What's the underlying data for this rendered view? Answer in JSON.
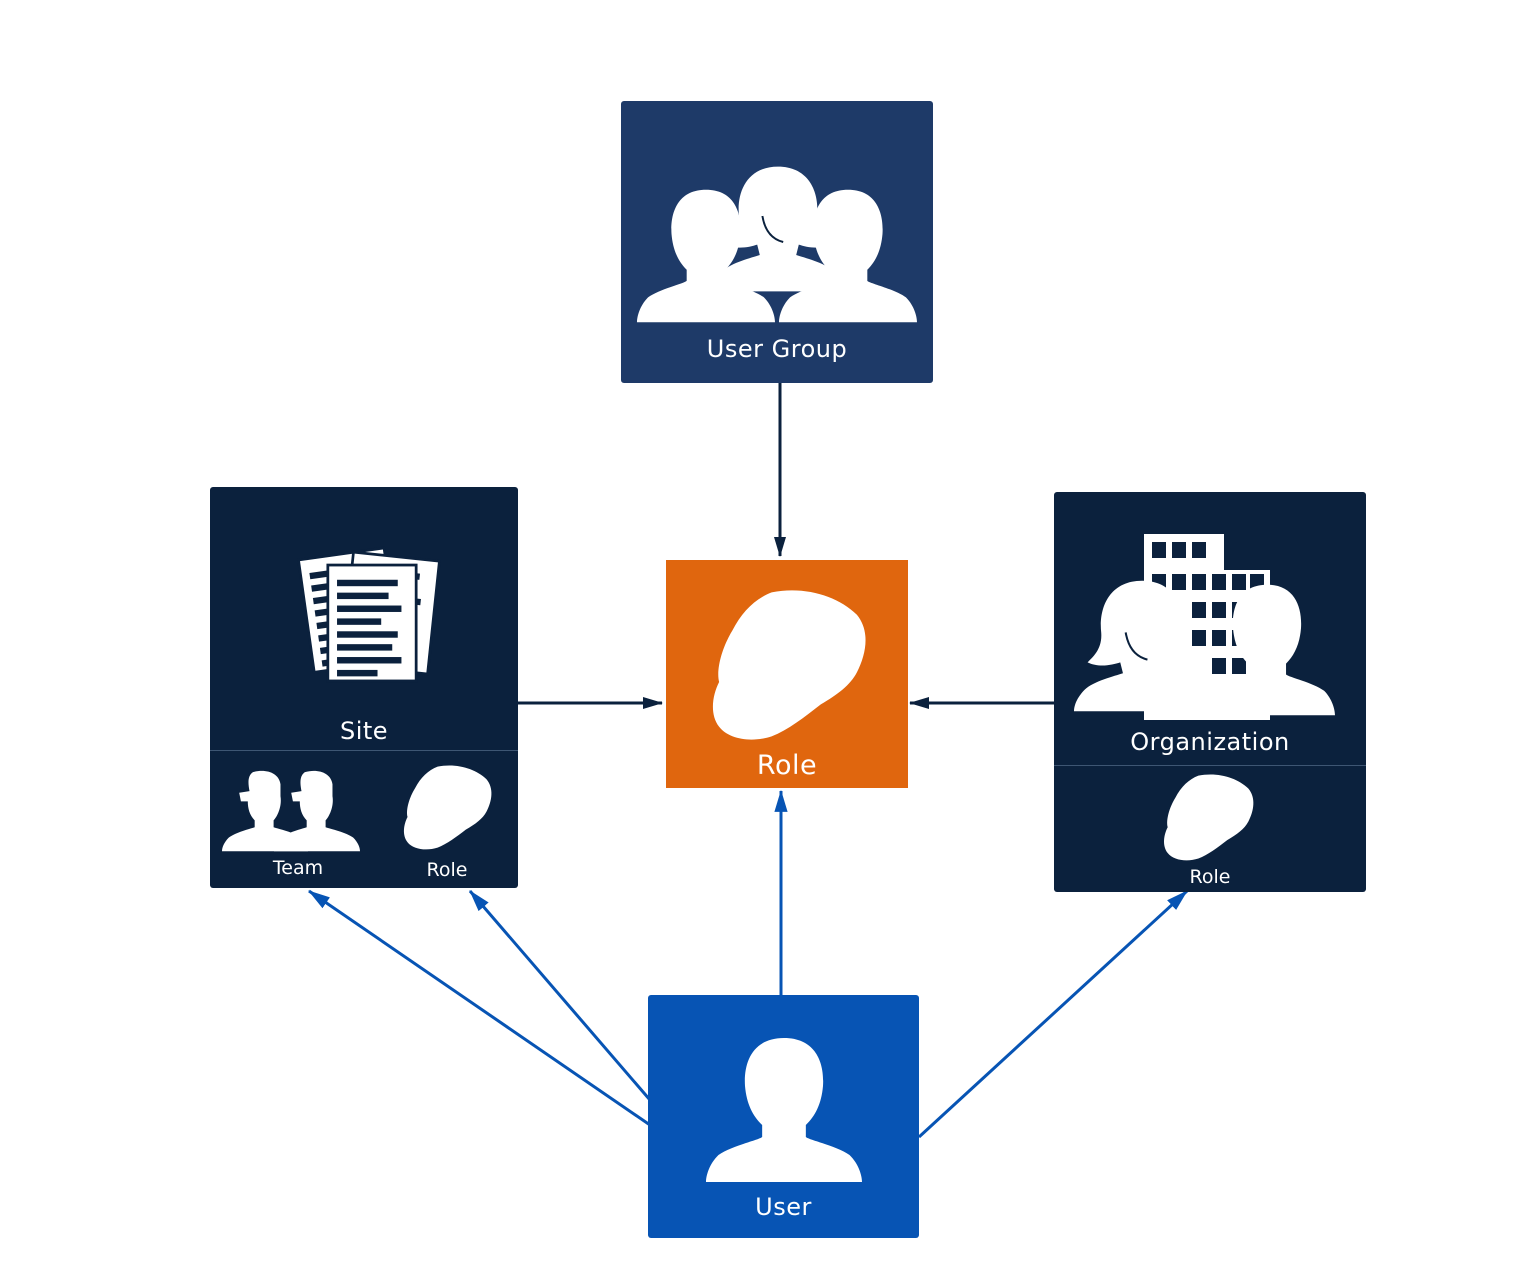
{
  "nodes": {
    "user_group": {
      "label": "User Group"
    },
    "site": {
      "label": "Site",
      "sub_items": [
        {
          "label": "Team"
        },
        {
          "label": "Role"
        }
      ]
    },
    "role": {
      "label": "Role"
    },
    "organization": {
      "label": "Organization",
      "sub_items": [
        {
          "label": "Role"
        }
      ]
    },
    "user": {
      "label": "User"
    }
  },
  "colors": {
    "user_group_box": "#1e3a68",
    "site_box": "#0b213d",
    "organization_box": "#0b213d",
    "role_box": "#e0660e",
    "user_box": "#0754b4",
    "dark_arrow": "#0b213d",
    "blue_arrow": "#0754b4",
    "icon": "#ffffff"
  },
  "icons": {
    "user_group": "group-of-people-icon",
    "site": "documents-icon",
    "team": "team-icon",
    "role": "hard-hat-icon",
    "organization": "building-with-people-icon",
    "user": "person-icon"
  },
  "edges": [
    {
      "from": "user_group",
      "to": "role"
    },
    {
      "from": "site",
      "to": "role"
    },
    {
      "from": "organization",
      "to": "role"
    },
    {
      "from": "user",
      "to": "role"
    },
    {
      "from": "user",
      "to": "site.team"
    },
    {
      "from": "user",
      "to": "site.role"
    },
    {
      "from": "user",
      "to": "organization.role"
    }
  ]
}
